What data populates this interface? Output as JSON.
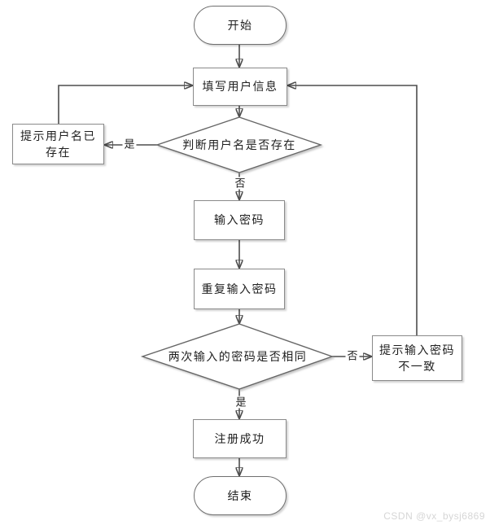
{
  "colors": {
    "background": "#ffffff",
    "connector_line": "#4d4d4d",
    "node_border": "#8a8a8a",
    "node_fill": "#ffffff",
    "text": "#1f1f1f",
    "watermark": "#d6d6d6"
  },
  "nodes": {
    "start": {
      "type": "terminator",
      "label": "开始"
    },
    "fill_user_info": {
      "type": "process",
      "label": "填写用户信息"
    },
    "check_username_exists": {
      "type": "decision",
      "label": "判断用户名是否存在"
    },
    "prompt_username_exists": {
      "type": "process",
      "line1": "提示用户名已",
      "line2": "存在"
    },
    "enter_password": {
      "type": "process",
      "label": "输入密码"
    },
    "reenter_password": {
      "type": "process",
      "label": "重复输入密码"
    },
    "check_passwords_match": {
      "type": "decision",
      "label": "两次输入的密码是否相同"
    },
    "prompt_password_mismatch": {
      "type": "process",
      "line1": "提示输入密码",
      "line2": "不一致"
    },
    "register_success": {
      "type": "process",
      "label": "注册成功"
    },
    "end": {
      "type": "terminator",
      "label": "结束"
    }
  },
  "edge_labels": {
    "username_exists_yes": "是",
    "username_exists_no": "否",
    "passwords_match_no": "否",
    "passwords_match_yes": "是"
  },
  "watermark": "CSDN @vx_bysj6869"
}
